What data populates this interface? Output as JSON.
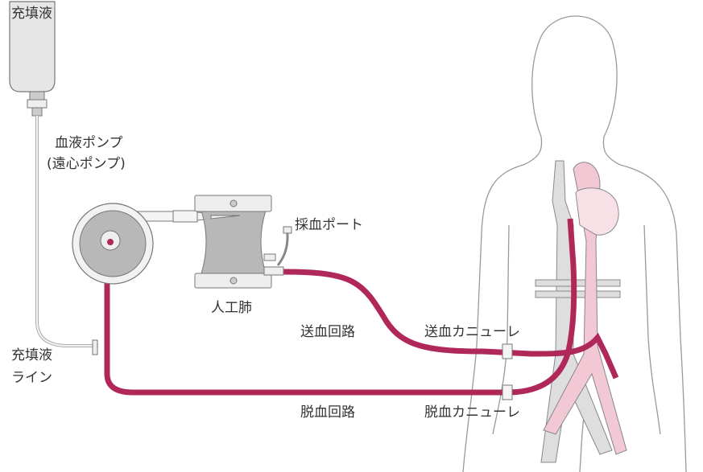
{
  "labels": {
    "priming_bag": "充填液",
    "blood_pump_line1": "血液ポンプ",
    "blood_pump_line2": "(遠心ポンプ)",
    "sampling_port": "採血ポート",
    "oxygenator": "人工肺",
    "return_circuit": "送血回路",
    "return_cannula": "送血カニューレ",
    "priming_line_1": "充填液",
    "priming_line_2": "ライン",
    "drain_circuit": "脱血回路",
    "drain_cannula": "脱血カニューレ"
  },
  "colors": {
    "tube": "#b0285a",
    "artery": "#f2c8d4",
    "vein": "#d8d8d8",
    "device_gray": "#b8b8b8",
    "outline": "#777777"
  }
}
